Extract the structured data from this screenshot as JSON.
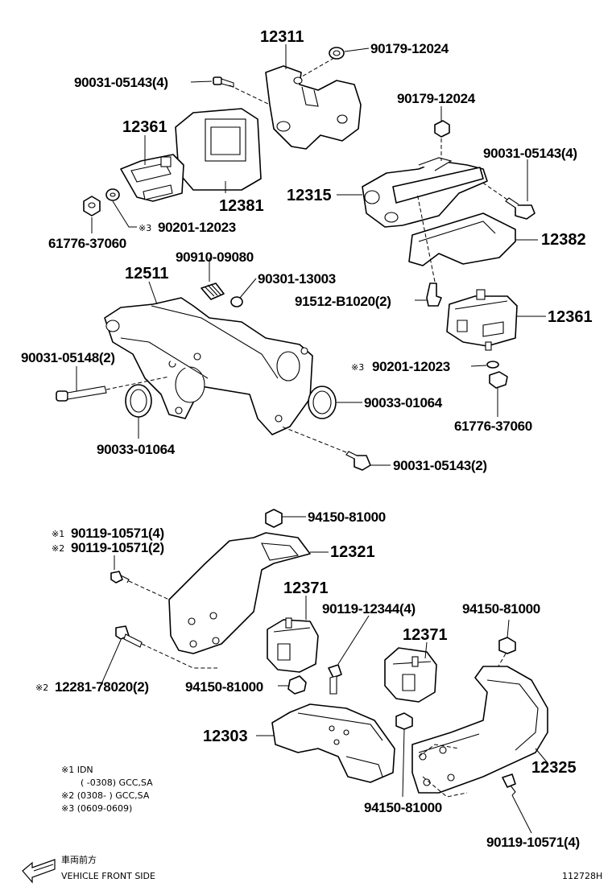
{
  "labels": {
    "p12311": "12311",
    "p90179_top": "90179-12024",
    "p90031_top": "90031-05143(4)",
    "p12361_left": "12361",
    "p12381": "12381",
    "p61776_left": "61776-37060",
    "p90201_left": "90201-12023",
    "p90910": "90910-09080",
    "p90301": "90301-13003",
    "p12511": "12511",
    "p90031_05148": "90031-05148(2)",
    "p90033_left": "90033-01064",
    "p90033_right": "90033-01064",
    "p90031_bottom": "90031-05143(2)",
    "p90179_right": "90179-12024",
    "p90031_right": "90031-05143(4)",
    "p12315": "12315",
    "p12382": "12382",
    "p91512": "91512-B1020(2)",
    "p12361_right": "12361",
    "p90201_right": "90201-12023",
    "p61776_right": "61776-37060",
    "p94150_top": "94150-81000",
    "p90119_a": "90119-10571(4)",
    "p90119_b": "90119-10571(2)",
    "p12321": "12321",
    "p12371_left": "12371",
    "p90119_12344": "90119-12344(4)",
    "p12371_right": "12371",
    "p94150_right": "94150-81000",
    "p12281": "12281-78020(2)",
    "p94150_mid": "94150-81000",
    "p12303": "12303",
    "p12325": "12325",
    "p94150_bottom": "94150-81000",
    "p90119_bottom": "90119-10571(4)"
  },
  "marks": {
    "m1": "※1",
    "m2": "※2",
    "m3": "※3"
  },
  "notes": {
    "line1": "※1 IDN",
    "line2": "(        -0308) GCC,SA",
    "line3": "※2 (0308-        ) GCC,SA",
    "line4": "※3 (0609-0609)"
  },
  "footer": {
    "japanese": "車両前方",
    "english": "VEHICLE FRONT SIDE",
    "code": "112728H"
  }
}
